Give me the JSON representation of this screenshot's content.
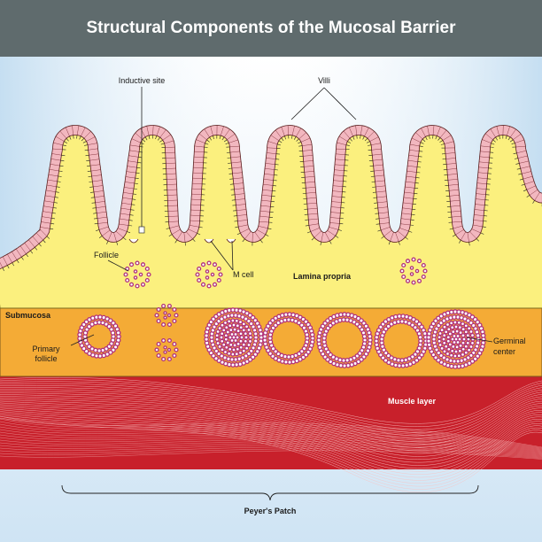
{
  "title": "Structural Components of the Mucosal Barrier",
  "labels": {
    "inductive_site": "Inductive site",
    "villi": "Villi",
    "follicle": "Follicle",
    "m_cell": "M cell",
    "lamina_propria": "Lamina propria",
    "submucosa": "Submucosa",
    "primary_follicle_line1": "Primary",
    "primary_follicle_line2": "follicle",
    "germinal_center_line1": "Germinal",
    "germinal_center_line2": "center",
    "muscle_layer": "Muscle layer",
    "peyers_patch": "Peyer's Patch"
  },
  "colors": {
    "title_bar": "#5f6b6d",
    "background": "#cfe4f4",
    "epithelium": "#f2b7bf",
    "lamina_propria": "#fbf07e",
    "submucosa": "#f4ab36",
    "muscle": "#c8202b",
    "follicle_cells": "#b0317a"
  }
}
